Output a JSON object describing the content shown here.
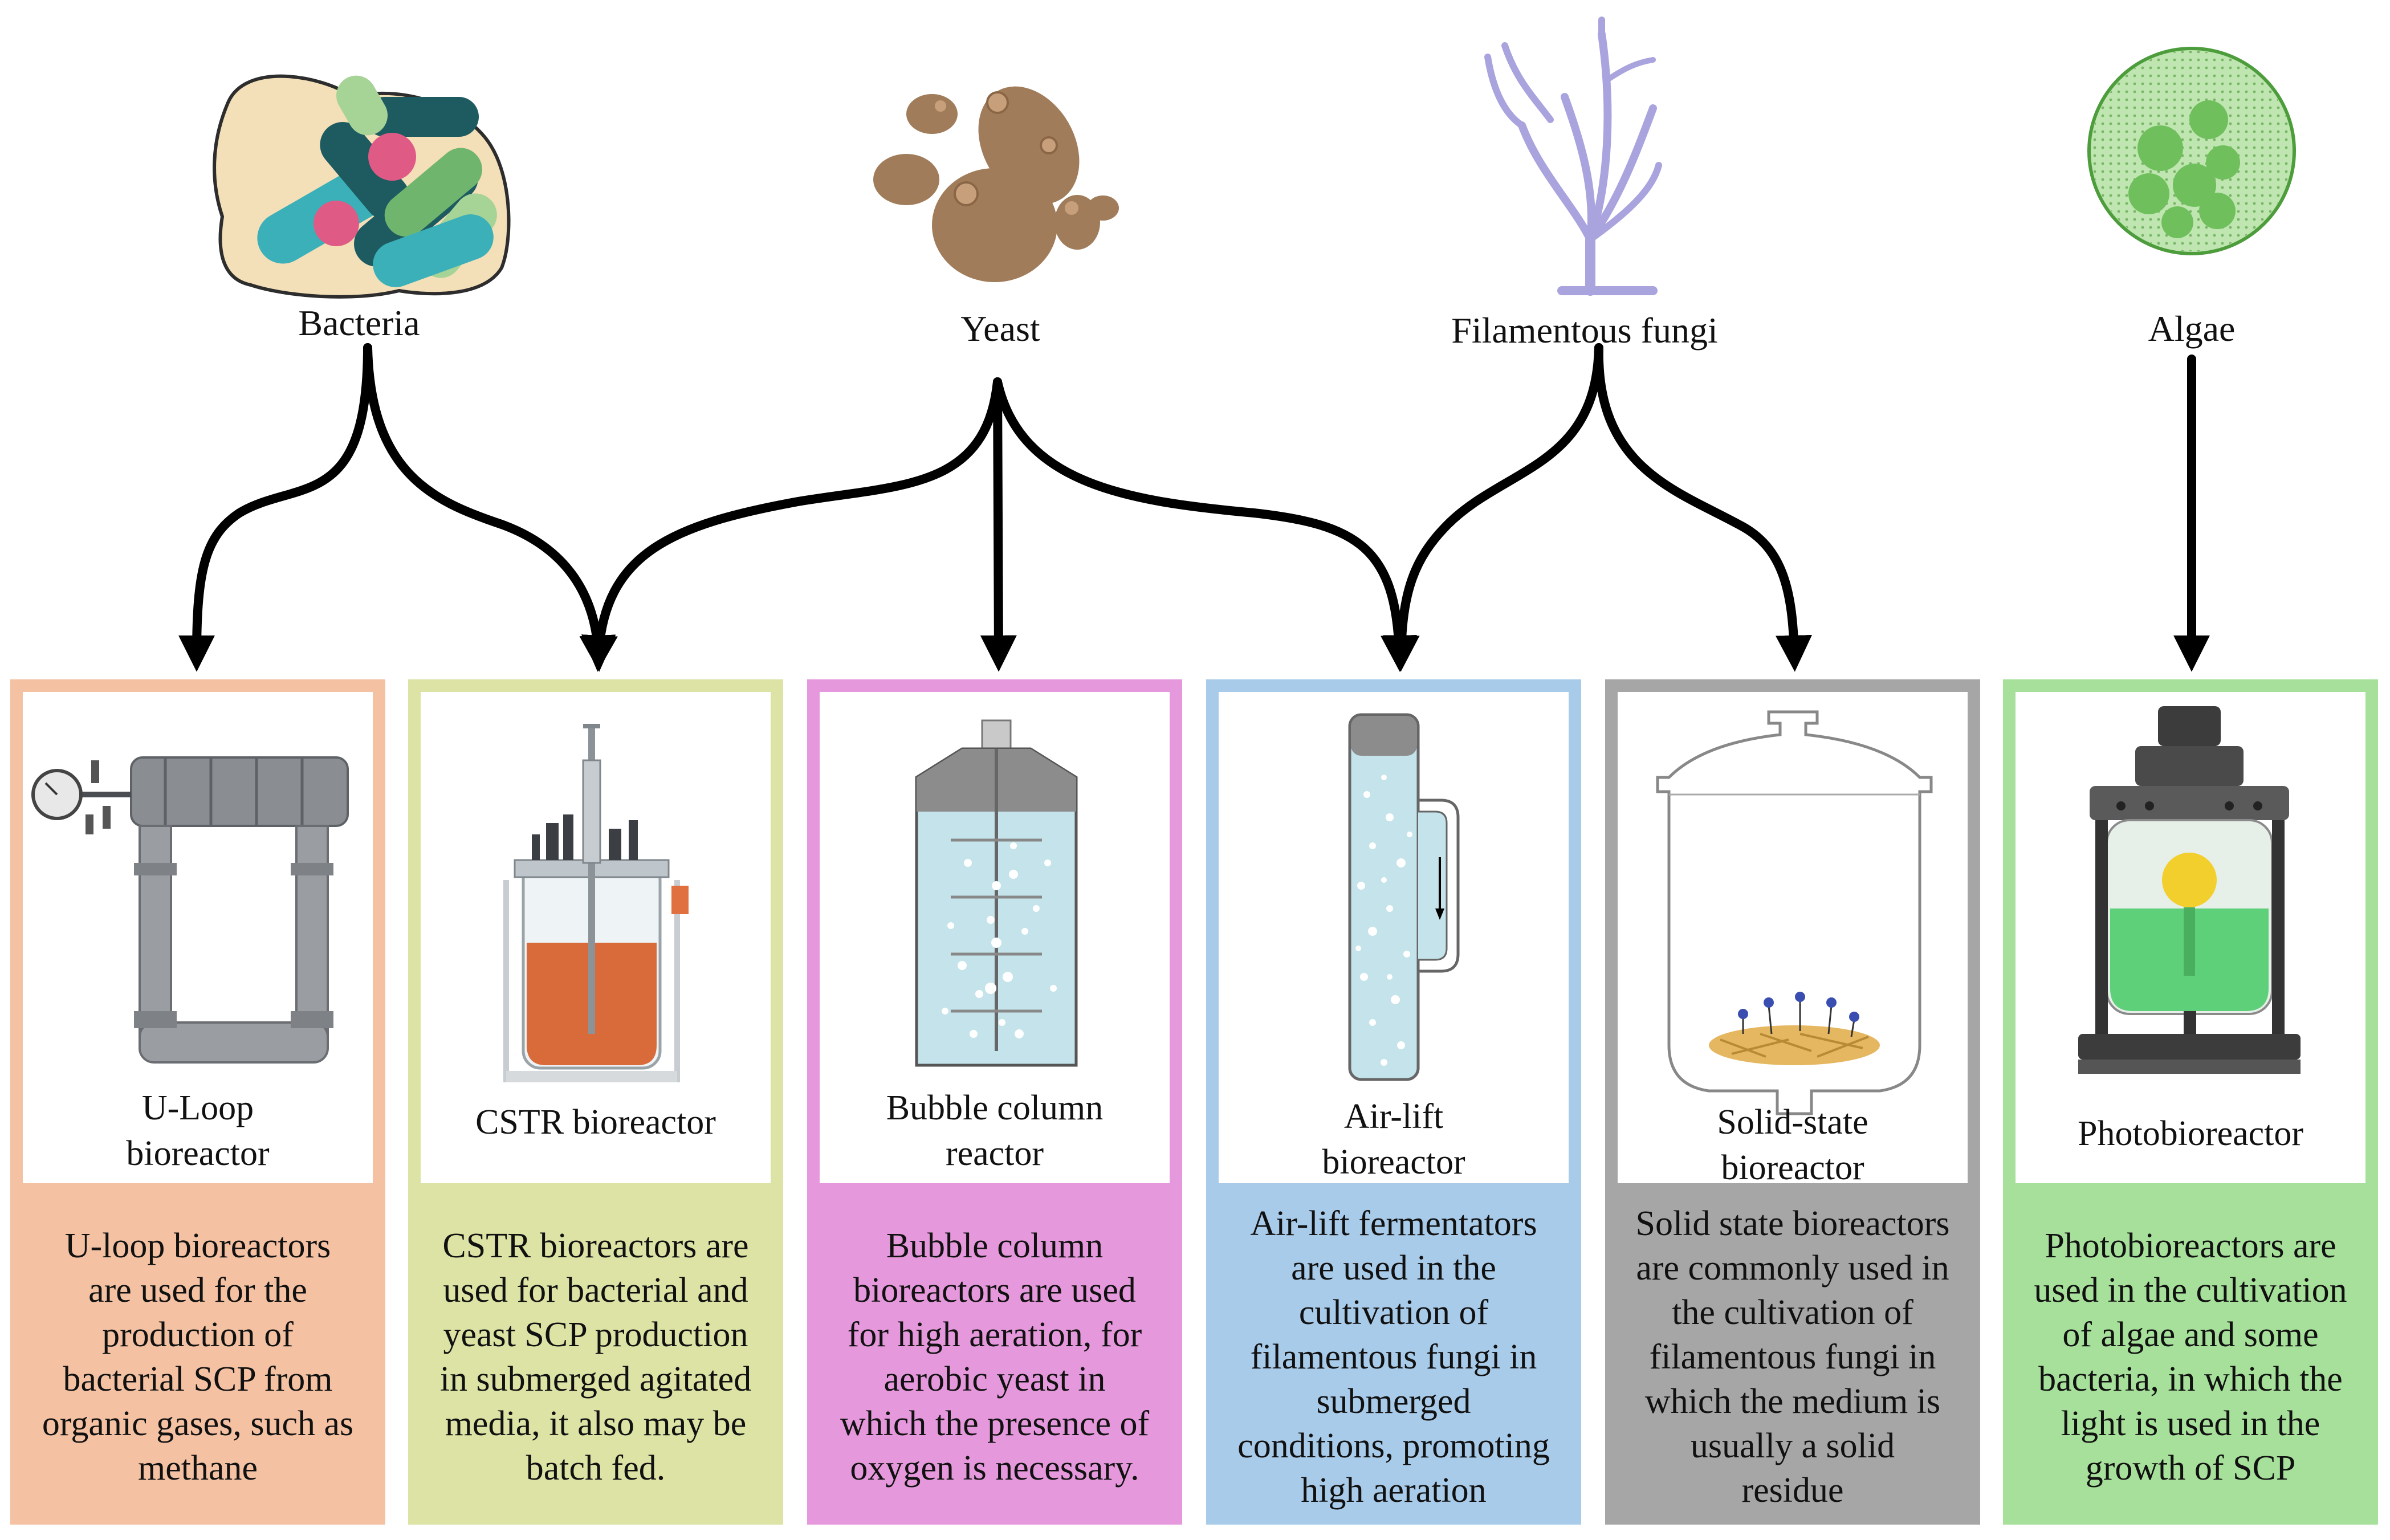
{
  "organisms": [
    {
      "name": "Bacteria"
    },
    {
      "name": "Yeast"
    },
    {
      "name": "Filamentous fungi"
    },
    {
      "name": "Algae"
    }
  ],
  "reactors": [
    {
      "label_lines": [
        "U-Loop",
        "bioreactor"
      ],
      "description_lines": [
        "U-loop bioreactors",
        "are used for the",
        "production of",
        "bacterial SCP from",
        "organic gases, such as",
        "methane"
      ],
      "color": "#f4c2a3"
    },
    {
      "label_lines": [
        "CSTR bioreactor"
      ],
      "description_lines": [
        "CSTR bioreactors are",
        "used for bacterial and",
        "yeast SCP production",
        "in submerged agitated",
        "media, it also may be",
        "batch fed."
      ],
      "color": "#dce3a5"
    },
    {
      "label_lines": [
        "Bubble column",
        "reactor"
      ],
      "description_lines": [
        "Bubble column",
        "bioreactors are used",
        "for high aeration, for",
        "aerobic yeast in",
        "which the presence of",
        "oxygen is necessary."
      ],
      "color": "#e599dc"
    },
    {
      "label_lines": [
        "Air-lift",
        "bioreactor"
      ],
      "description_lines": [
        "Air-lift fermentators",
        "are used in the",
        "cultivation of",
        "filamentous fungi in",
        "submerged",
        "conditions, promoting",
        "high aeration"
      ],
      "color": "#a9cbea"
    },
    {
      "label_lines": [
        "Solid-state",
        "bioreactor"
      ],
      "description_lines": [
        "Solid state bioreactors",
        "are commonly used in",
        "the cultivation of",
        "filamentous fungi in",
        "which the medium is",
        "usually a solid",
        "residue"
      ],
      "color": "#a6a6a6"
    },
    {
      "label_lines": [
        "Photobioreactor"
      ],
      "description_lines": [
        "Photobioreactors are",
        "used in the cultivation",
        "of algae and some",
        "bacteria, in which the",
        "light is used in the",
        "growth of SCP"
      ],
      "color": "#a6e09a"
    }
  ]
}
